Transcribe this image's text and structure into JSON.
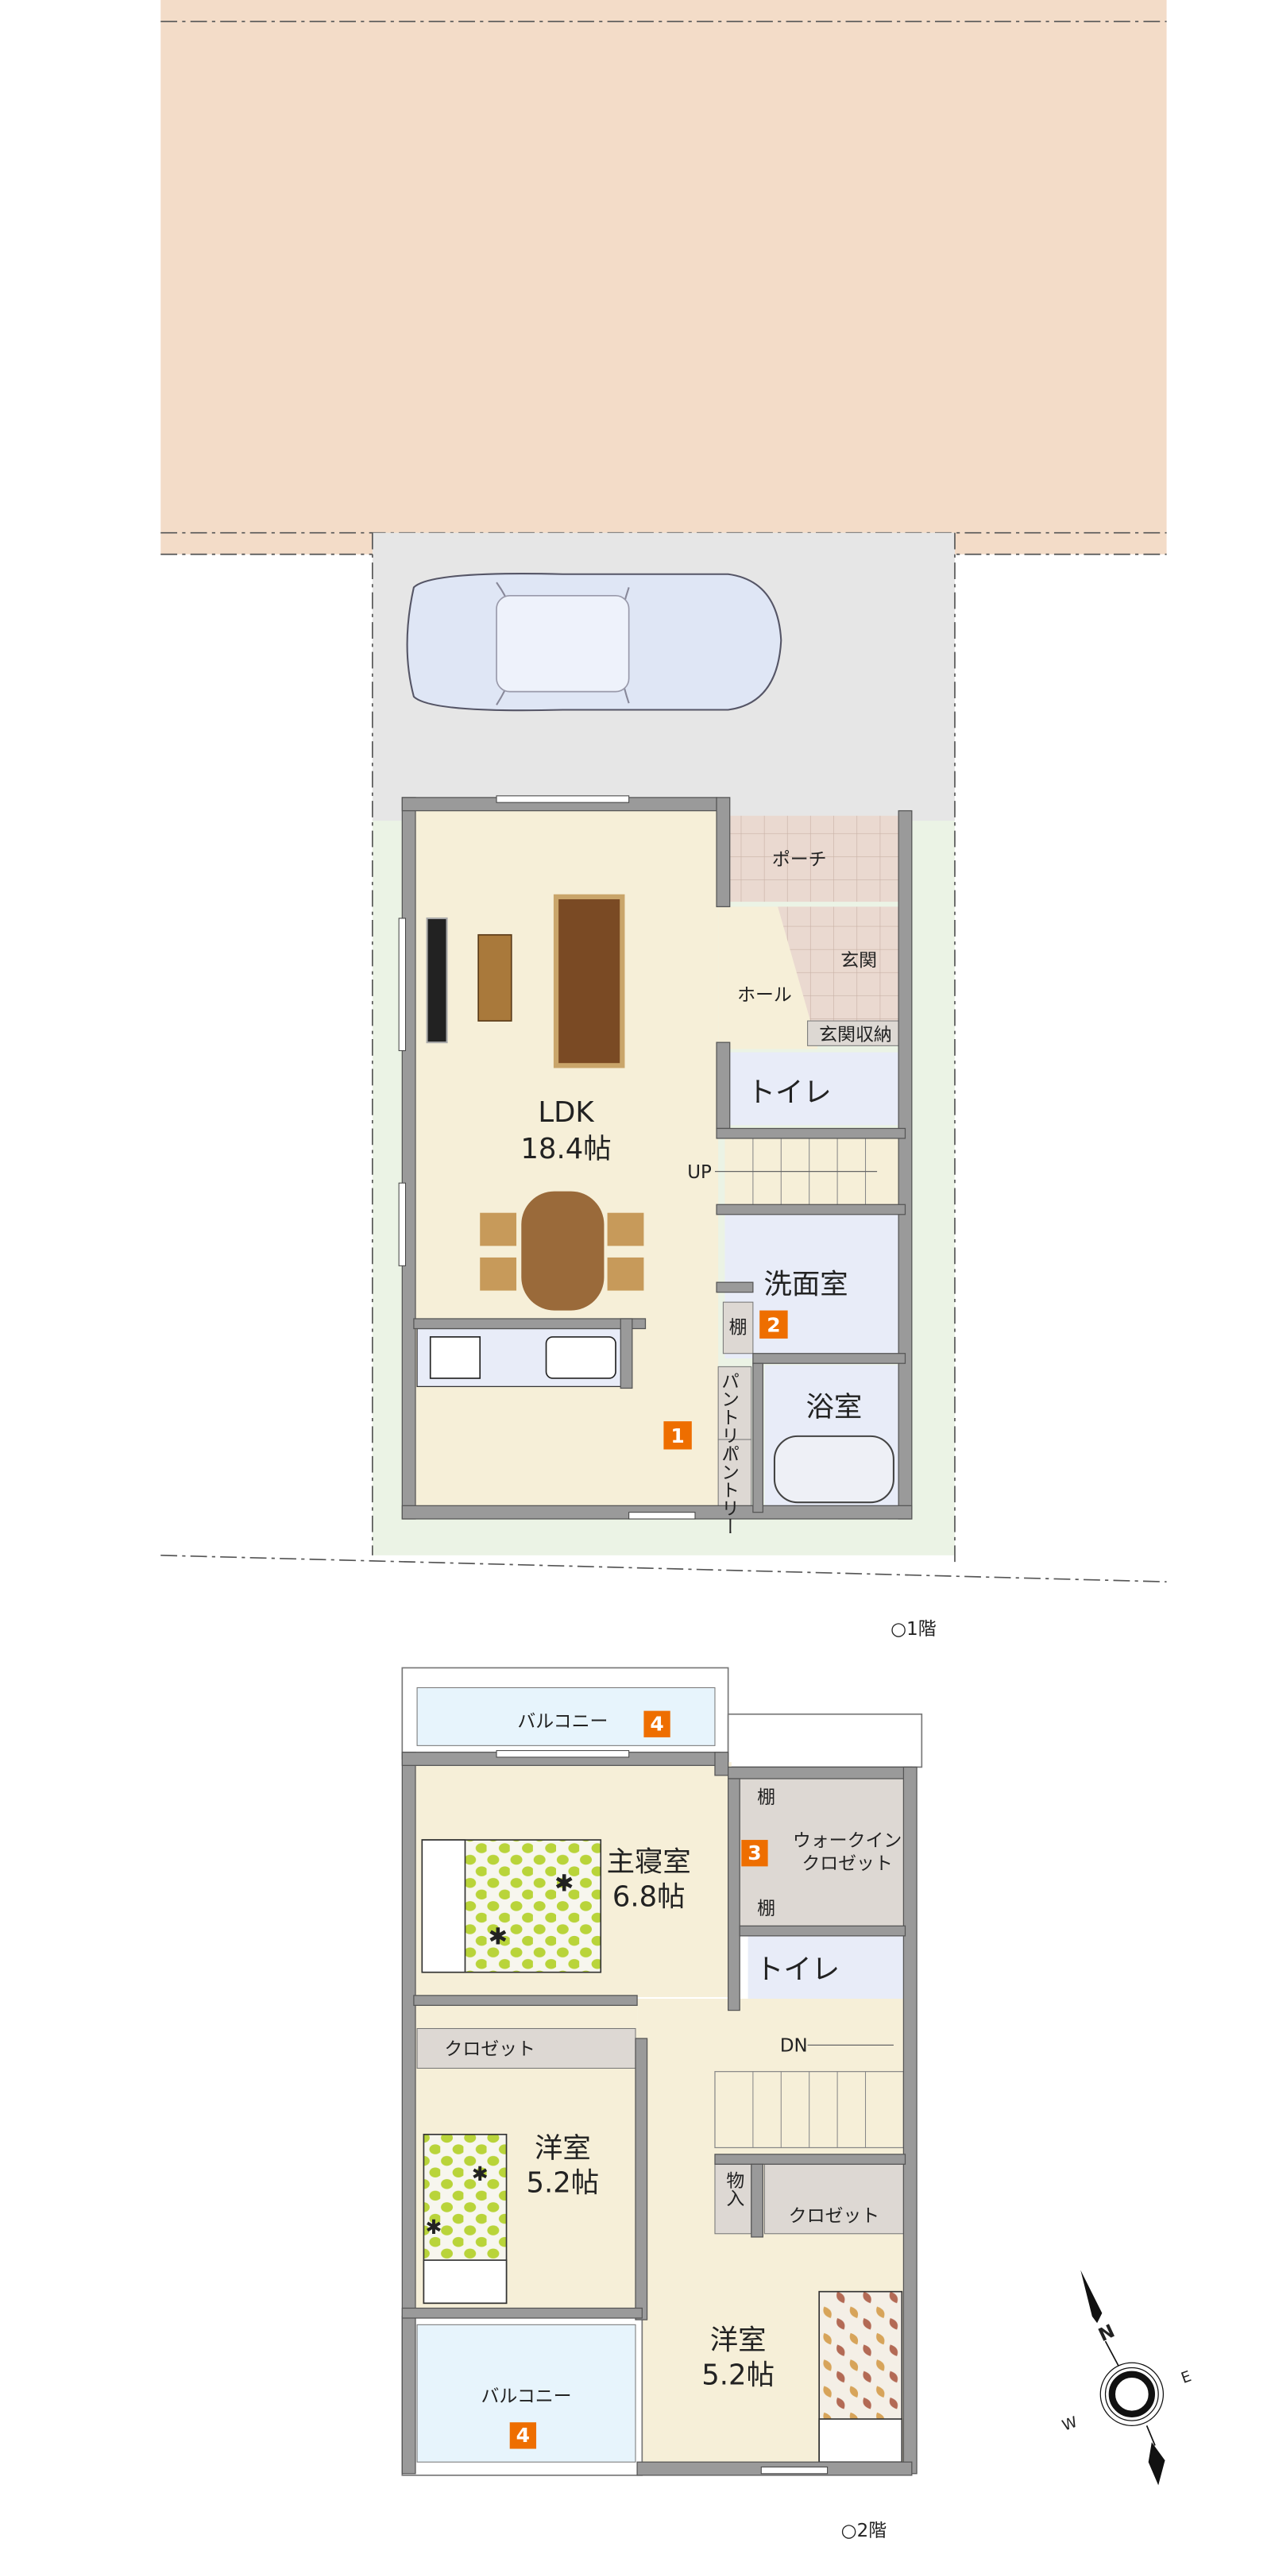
{
  "colors": {
    "neighbor_lot": "#f3dcc8",
    "driveway": "#e6e6e6",
    "garden": "#ebf3e5",
    "room_cream": "#f6efd8",
    "wet_area_blue": "#e8ecf8",
    "balcony_blue": "#e7f4fc",
    "storage_gray": "#ddd8d3",
    "tile": "#ead9d0",
    "wall": "#9a9a9a",
    "badge_orange": "#ee6e00"
  },
  "floor1": {
    "caption": "○1階",
    "rooms": {
      "ldk_name": "LDK",
      "ldk_size": "18.4帖",
      "porch": "ポーチ",
      "entrance": "玄関",
      "hall": "ホール",
      "entrance_storage": "玄関収納",
      "toilet": "トイレ",
      "stairs_up": "UP",
      "washroom": "洗面室",
      "shelf": "棚",
      "bathroom": "浴室",
      "pantry_1": "パントリー",
      "pantry_2": "パントリー"
    },
    "badges": [
      "1",
      "2"
    ]
  },
  "floor2": {
    "caption": "○2階",
    "rooms": {
      "balcony_top": "バルコニー",
      "master_name": "主寝室",
      "master_size": "6.8帖",
      "shelf_1": "棚",
      "shelf_2": "棚",
      "wic_line1": "ウォークイン",
      "wic_line2": "クロゼット",
      "toilet": "トイレ",
      "stairs_down": "DN",
      "closet_left": "クロゼット",
      "western_left_name": "洋室",
      "western_left_size": "5.2帖",
      "storage": "物入",
      "closet_right": "クロゼット",
      "western_right_name": "洋室",
      "western_right_size": "5.2帖",
      "balcony_bottom": "バルコニー"
    },
    "badges": [
      "3",
      "4",
      "4"
    ]
  },
  "compass": {
    "north": "N",
    "east": "E",
    "west": "W"
  }
}
